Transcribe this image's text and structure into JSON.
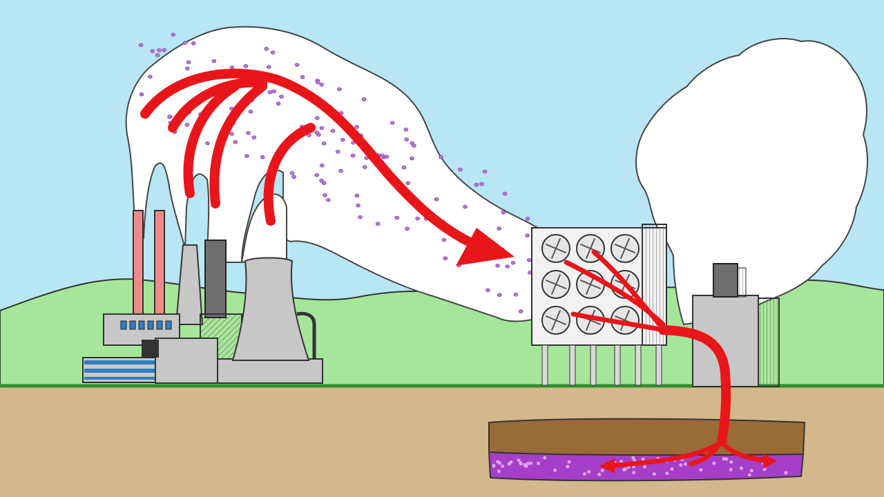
{
  "colors": {
    "sky": "#b8e6f5",
    "hills": "#a6e69a",
    "ground": "#d2b88a",
    "grass_line": "#2f8f2f",
    "soil_layer": "#9a6a38",
    "rock_layer": "#a63fc8",
    "smoke": "#ffffff",
    "particles": "#b774d6",
    "arrow": "#e8161a",
    "stack_red": "#ee8a8a",
    "concrete": "#c7c7c7",
    "dark_stack": "#6f6f6f",
    "window_blue": "#2d7fc1"
  },
  "elements": [
    "power-plant",
    "smokestacks",
    "cooling-tower",
    "emission-plume",
    "co2-particles",
    "co2-capture-arrows",
    "direct-air-capture-unit",
    "fan-grid",
    "processing-building",
    "clean-air-plume",
    "injection-pipe",
    "underground-storage-layer"
  ]
}
